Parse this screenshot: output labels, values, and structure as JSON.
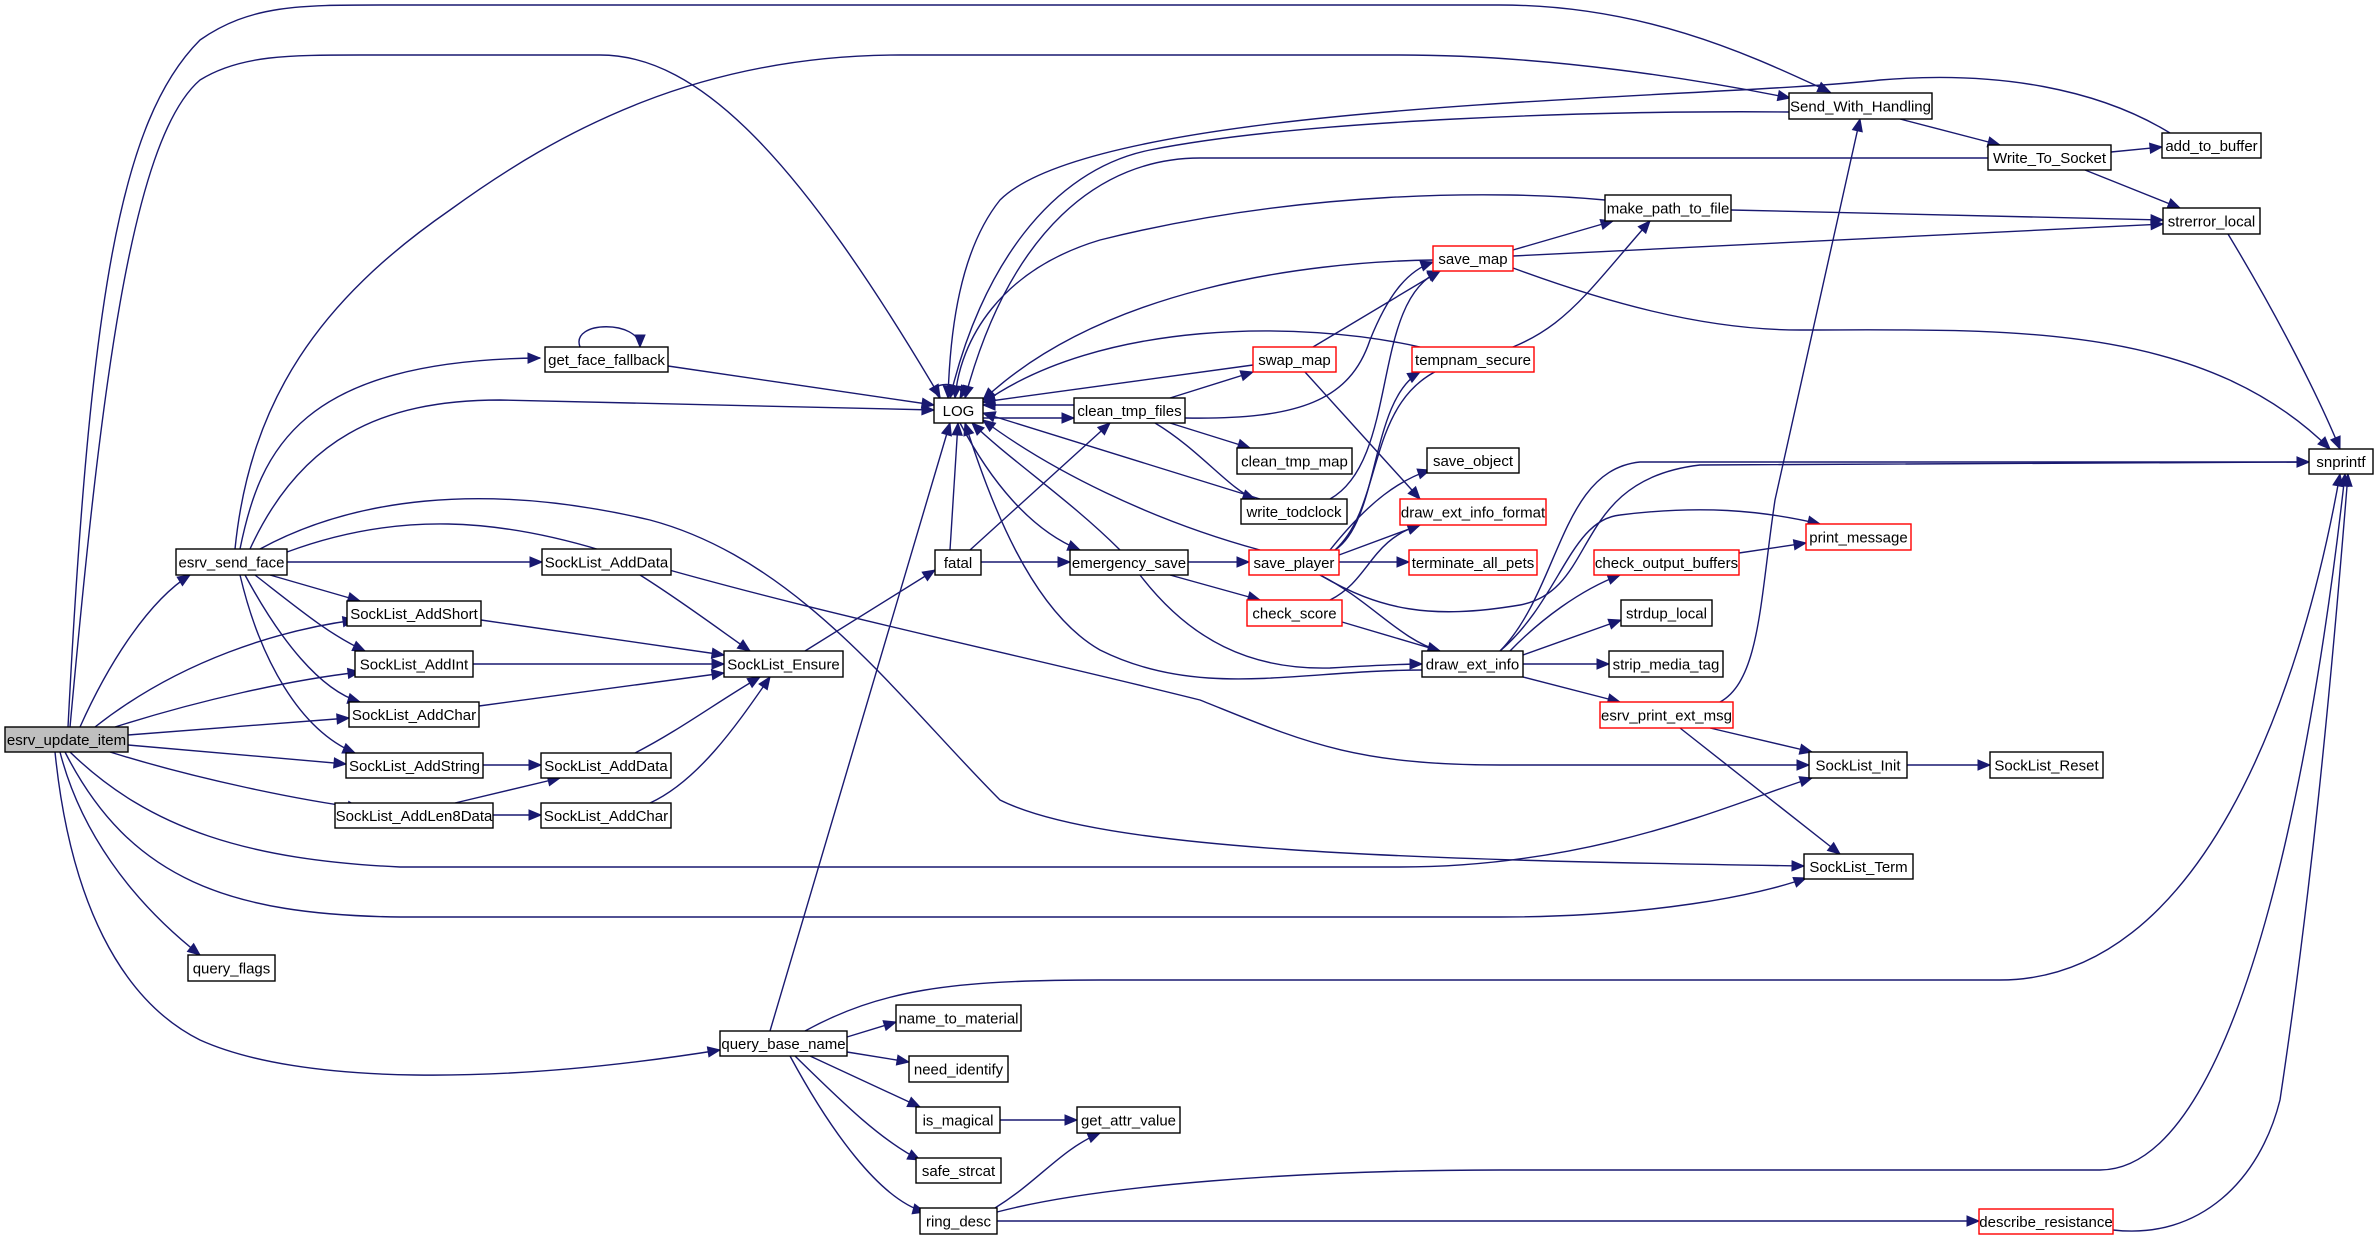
{
  "diagram": {
    "type": "call-graph",
    "root": "esrv_update_item",
    "colors": {
      "edge": "#191970",
      "node_border": "#000000",
      "truncated_border": "#ff0000",
      "root_fill": "#bfbfbf",
      "node_fill": "#ffffff"
    },
    "nodes": [
      {
        "id": "esrv_update_item",
        "label": "esrv_update_item",
        "root": true,
        "truncated": false
      },
      {
        "id": "esrv_send_face",
        "label": "esrv_send_face",
        "root": false,
        "truncated": false
      },
      {
        "id": "get_face_fallback",
        "label": "get_face_fallback",
        "root": false,
        "truncated": false
      },
      {
        "id": "LOG",
        "label": "LOG",
        "root": false,
        "truncated": false
      },
      {
        "id": "clean_tmp_files",
        "label": "clean_tmp_files",
        "root": false,
        "truncated": false
      },
      {
        "id": "swap_map",
        "label": "swap_map",
        "root": false,
        "truncated": true
      },
      {
        "id": "tempnam_secure",
        "label": "tempnam_secure",
        "root": false,
        "truncated": true
      },
      {
        "id": "save_map",
        "label": "save_map",
        "root": false,
        "truncated": true
      },
      {
        "id": "make_path_to_file",
        "label": "make_path_to_file",
        "root": false,
        "truncated": false
      },
      {
        "id": "Send_With_Handling",
        "label": "Send_With_Handling",
        "root": false,
        "truncated": false
      },
      {
        "id": "Write_To_Socket",
        "label": "Write_To_Socket",
        "root": false,
        "truncated": false
      },
      {
        "id": "add_to_buffer",
        "label": "add_to_buffer",
        "root": false,
        "truncated": false
      },
      {
        "id": "strerror_local",
        "label": "strerror_local",
        "root": false,
        "truncated": false
      },
      {
        "id": "snprintf",
        "label": "snprintf",
        "root": false,
        "truncated": false
      },
      {
        "id": "clean_tmp_map",
        "label": "clean_tmp_map",
        "root": false,
        "truncated": false
      },
      {
        "id": "write_todclock",
        "label": "write_todclock",
        "root": false,
        "truncated": false
      },
      {
        "id": "save_object",
        "label": "save_object",
        "root": false,
        "truncated": false
      },
      {
        "id": "draw_ext_info_format",
        "label": "draw_ext_info_format",
        "root": false,
        "truncated": true
      },
      {
        "id": "terminate_all_pets",
        "label": "terminate_all_pets",
        "root": false,
        "truncated": true
      },
      {
        "id": "save_player",
        "label": "save_player",
        "root": false,
        "truncated": true
      },
      {
        "id": "emergency_save",
        "label": "emergency_save",
        "root": false,
        "truncated": false
      },
      {
        "id": "fatal",
        "label": "fatal",
        "root": false,
        "truncated": false
      },
      {
        "id": "check_score",
        "label": "check_score",
        "root": false,
        "truncated": true
      },
      {
        "id": "draw_ext_info",
        "label": "draw_ext_info",
        "root": false,
        "truncated": false
      },
      {
        "id": "check_output_buffers",
        "label": "check_output_buffers",
        "root": false,
        "truncated": true
      },
      {
        "id": "print_message",
        "label": "print_message",
        "root": false,
        "truncated": true
      },
      {
        "id": "strdup_local",
        "label": "strdup_local",
        "root": false,
        "truncated": false
      },
      {
        "id": "strip_media_tag",
        "label": "strip_media_tag",
        "root": false,
        "truncated": false
      },
      {
        "id": "esrv_print_ext_msg",
        "label": "esrv_print_ext_msg",
        "root": false,
        "truncated": true
      },
      {
        "id": "SockList_Init",
        "label": "SockList_Init",
        "root": false,
        "truncated": false
      },
      {
        "id": "SockList_Reset",
        "label": "SockList_Reset",
        "root": false,
        "truncated": false
      },
      {
        "id": "SockList_Term",
        "label": "SockList_Term",
        "root": false,
        "truncated": false
      },
      {
        "id": "SockList_AddData_1",
        "label": "SockList_AddData",
        "root": false,
        "truncated": false
      },
      {
        "id": "SockList_AddShort",
        "label": "SockList_AddShort",
        "root": false,
        "truncated": false
      },
      {
        "id": "SockList_AddInt",
        "label": "SockList_AddInt",
        "root": false,
        "truncated": false
      },
      {
        "id": "SockList_AddChar_1",
        "label": "SockList_AddChar",
        "root": false,
        "truncated": false
      },
      {
        "id": "SockList_Ensure",
        "label": "SockList_Ensure",
        "root": false,
        "truncated": false
      },
      {
        "id": "SockList_AddString",
        "label": "SockList_AddString",
        "root": false,
        "truncated": false
      },
      {
        "id": "SockList_AddData_2",
        "label": "SockList_AddData",
        "root": false,
        "truncated": false
      },
      {
        "id": "SockList_AddLen8Data",
        "label": "SockList_AddLen8Data",
        "root": false,
        "truncated": false
      },
      {
        "id": "SockList_AddChar_2",
        "label": "SockList_AddChar",
        "root": false,
        "truncated": false
      },
      {
        "id": "query_flags",
        "label": "query_flags",
        "root": false,
        "truncated": false
      },
      {
        "id": "query_base_name",
        "label": "query_base_name",
        "root": false,
        "truncated": false
      },
      {
        "id": "name_to_material",
        "label": "name_to_material",
        "root": false,
        "truncated": false
      },
      {
        "id": "need_identify",
        "label": "need_identify",
        "root": false,
        "truncated": false
      },
      {
        "id": "is_magical",
        "label": "is_magical",
        "root": false,
        "truncated": false
      },
      {
        "id": "get_attr_value",
        "label": "get_attr_value",
        "root": false,
        "truncated": false
      },
      {
        "id": "safe_strcat",
        "label": "safe_strcat",
        "root": false,
        "truncated": false
      },
      {
        "id": "ring_desc",
        "label": "ring_desc",
        "root": false,
        "truncated": false
      },
      {
        "id": "describe_resistance",
        "label": "describe_resistance",
        "root": false,
        "truncated": true
      }
    ],
    "edges": [
      {
        "from": "esrv_update_item",
        "to": "esrv_send_face"
      },
      {
        "from": "esrv_update_item",
        "to": "LOG"
      },
      {
        "from": "esrv_update_item",
        "to": "Send_With_Handling"
      },
      {
        "from": "esrv_update_item",
        "to": "SockList_AddShort"
      },
      {
        "from": "esrv_update_item",
        "to": "SockList_AddInt"
      },
      {
        "from": "esrv_update_item",
        "to": "SockList_AddChar_1"
      },
      {
        "from": "esrv_update_item",
        "to": "SockList_AddString"
      },
      {
        "from": "esrv_update_item",
        "to": "SockList_AddLen8Data"
      },
      {
        "from": "esrv_update_item",
        "to": "SockList_Init"
      },
      {
        "from": "esrv_update_item",
        "to": "SockList_Term"
      },
      {
        "from": "esrv_update_item",
        "to": "query_flags"
      },
      {
        "from": "esrv_update_item",
        "to": "query_base_name"
      },
      {
        "from": "esrv_send_face",
        "to": "get_face_fallback"
      },
      {
        "from": "esrv_send_face",
        "to": "LOG"
      },
      {
        "from": "esrv_send_face",
        "to": "Send_With_Handling"
      },
      {
        "from": "esrv_send_face",
        "to": "SockList_AddData_1"
      },
      {
        "from": "esrv_send_face",
        "to": "SockList_AddShort"
      },
      {
        "from": "esrv_send_face",
        "to": "SockList_AddInt"
      },
      {
        "from": "esrv_send_face",
        "to": "SockList_AddChar_1"
      },
      {
        "from": "esrv_send_face",
        "to": "SockList_AddString"
      },
      {
        "from": "esrv_send_face",
        "to": "SockList_Init"
      },
      {
        "from": "esrv_send_face",
        "to": "SockList_Term"
      },
      {
        "from": "get_face_fallback",
        "to": "get_face_fallback"
      },
      {
        "from": "get_face_fallback",
        "to": "LOG"
      },
      {
        "from": "LOG",
        "to": "LOG"
      },
      {
        "from": "LOG",
        "to": "clean_tmp_files"
      },
      {
        "from": "LOG",
        "to": "emergency_save"
      },
      {
        "from": "clean_tmp_files",
        "to": "LOG"
      },
      {
        "from": "clean_tmp_files",
        "to": "swap_map"
      },
      {
        "from": "clean_tmp_files",
        "to": "clean_tmp_map"
      },
      {
        "from": "clean_tmp_files",
        "to": "write_todclock"
      },
      {
        "from": "clean_tmp_files",
        "to": "save_map"
      },
      {
        "from": "swap_map",
        "to": "LOG"
      },
      {
        "from": "swap_map",
        "to": "save_map"
      },
      {
        "from": "swap_map",
        "to": "draw_ext_info_format"
      },
      {
        "from": "save_map",
        "to": "LOG"
      },
      {
        "from": "save_map",
        "to": "make_path_to_file"
      },
      {
        "from": "save_map",
        "to": "strerror_local"
      },
      {
        "from": "save_map",
        "to": "snprintf"
      },
      {
        "from": "tempnam_secure",
        "to": "LOG"
      },
      {
        "from": "make_path_to_file",
        "to": "LOG"
      },
      {
        "from": "make_path_to_file",
        "to": "strerror_local"
      },
      {
        "from": "Send_With_Handling",
        "to": "LOG"
      },
      {
        "from": "Send_With_Handling",
        "to": "Write_To_Socket"
      },
      {
        "from": "Write_To_Socket",
        "to": "LOG"
      },
      {
        "from": "Write_To_Socket",
        "to": "add_to_buffer"
      },
      {
        "from": "Write_To_Socket",
        "to": "strerror_local"
      },
      {
        "from": "add_to_buffer",
        "to": "LOG"
      },
      {
        "from": "strerror_local",
        "to": "snprintf"
      },
      {
        "from": "write_todclock",
        "to": "LOG"
      },
      {
        "from": "write_todclock",
        "to": "save_map"
      },
      {
        "from": "fatal",
        "to": "LOG"
      },
      {
        "from": "fatal",
        "to": "clean_tmp_files"
      },
      {
        "from": "fatal",
        "to": "emergency_save"
      },
      {
        "from": "emergency_save",
        "to": "LOG"
      },
      {
        "from": "emergency_save",
        "to": "save_player"
      },
      {
        "from": "emergency_save",
        "to": "check_score"
      },
      {
        "from": "emergency_save",
        "to": "draw_ext_info"
      },
      {
        "from": "save_player",
        "to": "LOG"
      },
      {
        "from": "save_player",
        "to": "save_object"
      },
      {
        "from": "save_player",
        "to": "draw_ext_info_format"
      },
      {
        "from": "save_player",
        "to": "terminate_all_pets"
      },
      {
        "from": "save_player",
        "to": "tempnam_secure"
      },
      {
        "from": "save_player",
        "to": "make_path_to_file"
      },
      {
        "from": "save_player",
        "to": "draw_ext_info"
      },
      {
        "from": "save_player",
        "to": "snprintf"
      },
      {
        "from": "check_score",
        "to": "draw_ext_info_format"
      },
      {
        "from": "check_score",
        "to": "draw_ext_info"
      },
      {
        "from": "draw_ext_info",
        "to": "LOG"
      },
      {
        "from": "draw_ext_info",
        "to": "check_output_buffers"
      },
      {
        "from": "draw_ext_info",
        "to": "print_message"
      },
      {
        "from": "draw_ext_info",
        "to": "strdup_local"
      },
      {
        "from": "draw_ext_info",
        "to": "strip_media_tag"
      },
      {
        "from": "draw_ext_info",
        "to": "esrv_print_ext_msg"
      },
      {
        "from": "draw_ext_info",
        "to": "snprintf"
      },
      {
        "from": "check_output_buffers",
        "to": "print_message"
      },
      {
        "from": "esrv_print_ext_msg",
        "to": "Send_With_Handling"
      },
      {
        "from": "esrv_print_ext_msg",
        "to": "SockList_Init"
      },
      {
        "from": "esrv_print_ext_msg",
        "to": "SockList_Term"
      },
      {
        "from": "SockList_Init",
        "to": "SockList_Reset"
      },
      {
        "from": "SockList_AddData_1",
        "to": "SockList_Ensure"
      },
      {
        "from": "SockList_AddShort",
        "to": "SockList_Ensure"
      },
      {
        "from": "SockList_AddInt",
        "to": "SockList_Ensure"
      },
      {
        "from": "SockList_AddChar_1",
        "to": "SockList_Ensure"
      },
      {
        "from": "SockList_AddString",
        "to": "SockList_AddData_2"
      },
      {
        "from": "SockList_AddData_2",
        "to": "SockList_Ensure"
      },
      {
        "from": "SockList_AddLen8Data",
        "to": "SockList_AddData_2"
      },
      {
        "from": "SockList_AddLen8Data",
        "to": "SockList_AddChar_2"
      },
      {
        "from": "SockList_AddChar_2",
        "to": "SockList_Ensure"
      },
      {
        "from": "SockList_Ensure",
        "to": "fatal"
      },
      {
        "from": "query_base_name",
        "to": "LOG"
      },
      {
        "from": "query_base_name",
        "to": "name_to_material"
      },
      {
        "from": "query_base_name",
        "to": "need_identify"
      },
      {
        "from": "query_base_name",
        "to": "is_magical"
      },
      {
        "from": "query_base_name",
        "to": "safe_strcat"
      },
      {
        "from": "query_base_name",
        "to": "ring_desc"
      },
      {
        "from": "query_base_name",
        "to": "snprintf"
      },
      {
        "from": "is_magical",
        "to": "get_attr_value"
      },
      {
        "from": "ring_desc",
        "to": "get_attr_value"
      },
      {
        "from": "ring_desc",
        "to": "describe_resistance"
      },
      {
        "from": "ring_desc",
        "to": "snprintf"
      },
      {
        "from": "describe_resistance",
        "to": "snprintf"
      }
    ]
  }
}
